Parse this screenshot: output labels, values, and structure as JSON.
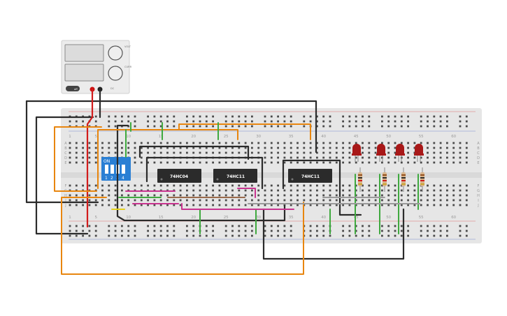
{
  "breadboard": {
    "column_labels_top": [
      "1",
      "5",
      "10",
      "15",
      "20",
      "25",
      "30",
      "35",
      "40",
      "45",
      "50",
      "55",
      "60"
    ],
    "column_labels_bottom": [
      "1",
      "5",
      "10",
      "15",
      "20",
      "25",
      "30",
      "35",
      "40",
      "45",
      "50",
      "55",
      "60"
    ],
    "row_labels_upper": [
      "A",
      "B",
      "C",
      "D",
      "E"
    ],
    "row_labels_lower": [
      "F",
      "G",
      "H",
      "I",
      "J"
    ]
  },
  "chips": [
    {
      "label": "74HC04"
    },
    {
      "label": "74HC11"
    },
    {
      "label": "74HC11"
    }
  ],
  "dip_switch": {
    "label": "ON",
    "numbers": [
      "1",
      "2",
      "3",
      "4"
    ]
  },
  "power_supply": {
    "label": "off"
  },
  "leds": {
    "count": 4,
    "color": "#a81818"
  },
  "resistors": {
    "count": 4
  },
  "wire_colors": {
    "black": "#2b2b2b",
    "red": "#d21c1c",
    "orange": "#e8860f",
    "green": "#3fa93f",
    "magenta": "#c8338f",
    "brown": "#9a6b4c",
    "gray": "#9a9a9a",
    "yellow": "#e3d11d"
  }
}
